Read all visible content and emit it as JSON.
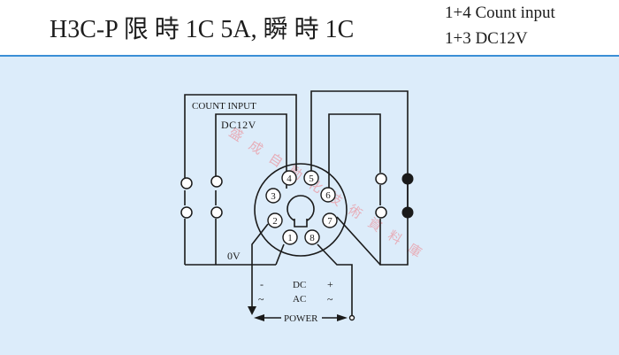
{
  "header": {
    "title": "H3C-P 限 時 1C 5A, 瞬 時 1C",
    "spec_lines": [
      "1+4 Count input",
      "1+3 DC12V"
    ]
  },
  "diagram": {
    "labels": {
      "count_input": "COUNT INPUT",
      "dc12v": "DC12V",
      "zero_v": "0V",
      "dc": "DC",
      "ac": "AC",
      "minus": "-",
      "plus": "+",
      "tilde_left": "~",
      "tilde_right": "~",
      "power": "POWER"
    },
    "pins": [
      "1",
      "2",
      "3",
      "4",
      "5",
      "6",
      "7",
      "8"
    ],
    "watermark": "盛 成 自 動 化 技 術 資 料 庫",
    "colors": {
      "header_rule": "#3a8fd6",
      "background": "#dcecfa",
      "line": "#1a1a1a",
      "watermark": "#e9a3ad"
    }
  }
}
